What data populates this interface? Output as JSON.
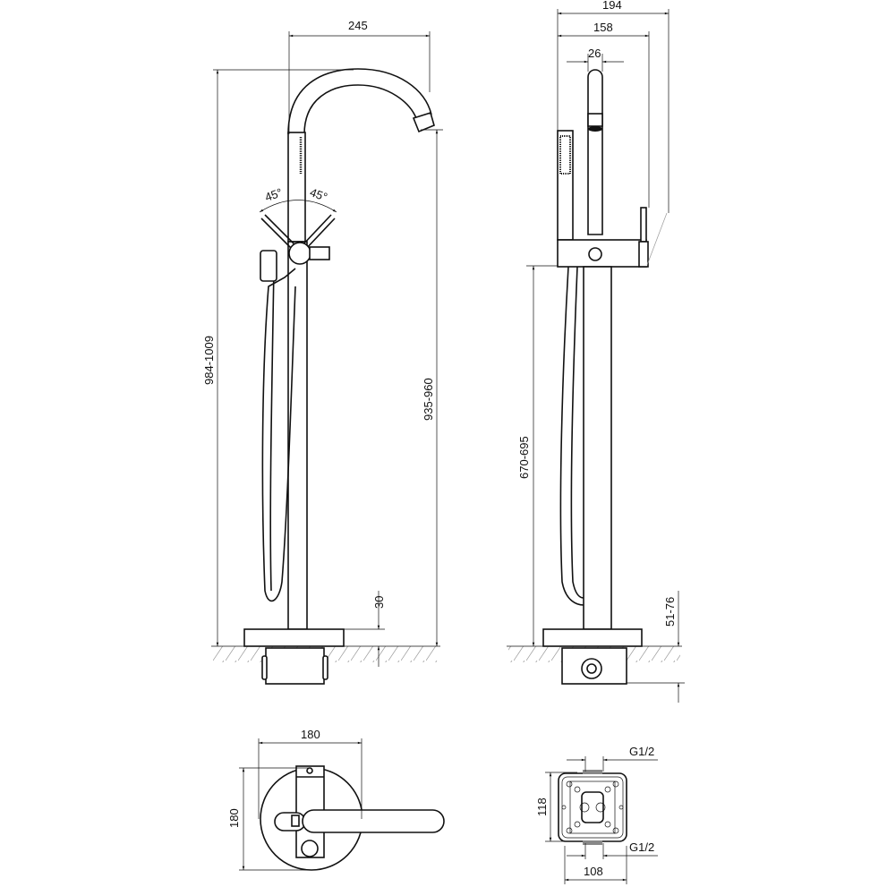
{
  "front_view": {
    "dim_spout_reach": "245",
    "dim_total_height": "984-1009",
    "dim_outlet_height": "935-960",
    "dim_base_height": "30",
    "angle_left": "45°",
    "angle_right": "45°"
  },
  "side_view": {
    "dim_depth_total": "194",
    "dim_depth_lever": "158",
    "dim_spout_diameter": "26",
    "dim_body_height": "670-695",
    "dim_install_depth": "51-76"
  },
  "top_view": {
    "dim_width": "180",
    "dim_height": "180"
  },
  "mounting_box": {
    "dim_top_connection": "G1/2",
    "dim_bottom_connection": "G1/2",
    "dim_height": "118",
    "dim_width": "108"
  }
}
